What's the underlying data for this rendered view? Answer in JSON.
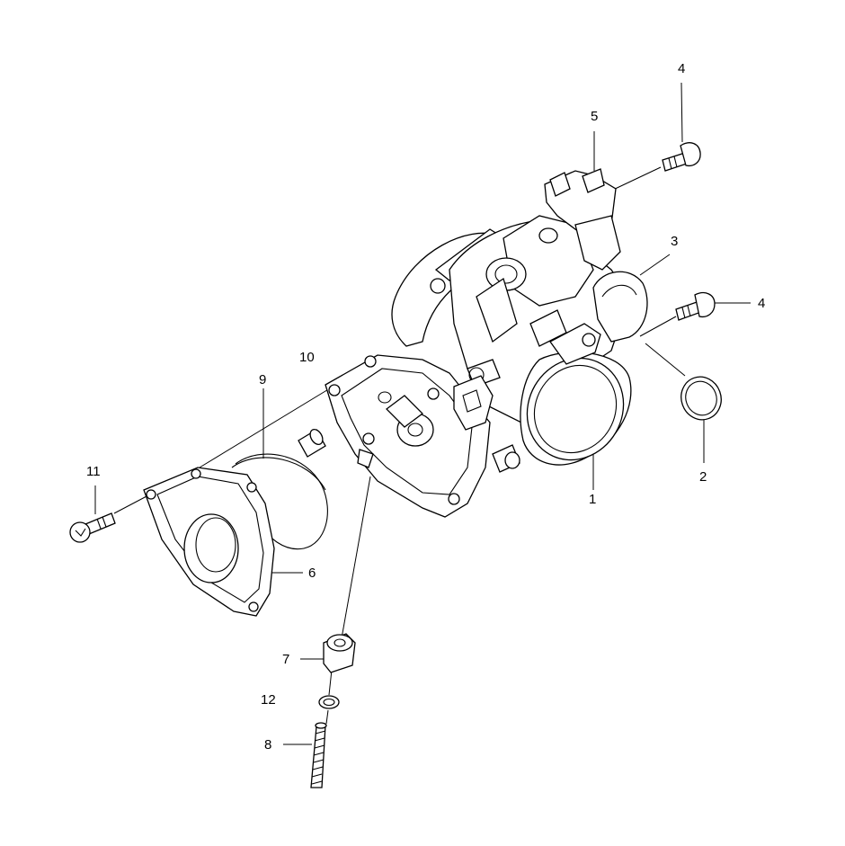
{
  "callouts": {
    "c1": "1",
    "c2": "2",
    "c3": "3",
    "c4a": "4",
    "c4b": "4",
    "c5": "5",
    "c6": "6",
    "c7": "7",
    "c8": "8",
    "c9": "9",
    "c10": "10",
    "c11": "11",
    "c12": "12"
  }
}
